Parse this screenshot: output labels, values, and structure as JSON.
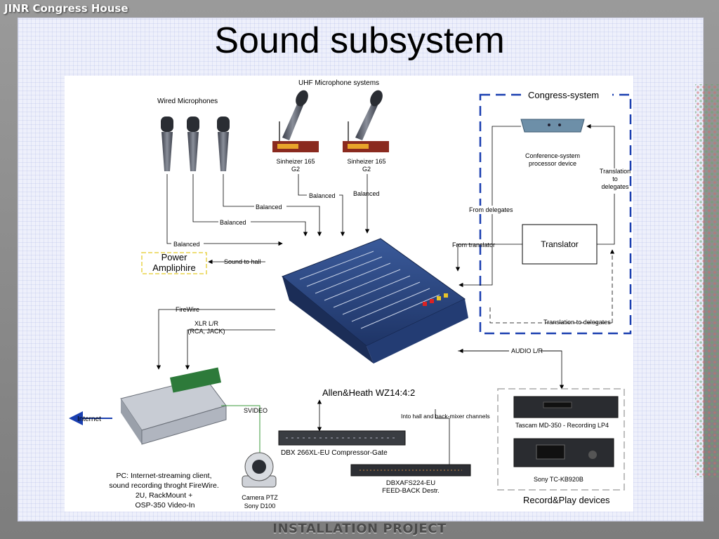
{
  "header": {
    "brand": "JINR Congress House",
    "title": "Sound subsystem",
    "footer": "INSTALLATION PROJECT"
  },
  "diagram": {
    "wired_mics": "Wired Microphones",
    "uhf_mics": "UHF Microphone systems",
    "sinheizer1": [
      "Sinheizer 165",
      "G2"
    ],
    "sinheizer2": [
      "Sinheizer 165",
      "G2"
    ],
    "congress_system": "Congress-system",
    "conf_processor": [
      "Conference-system",
      "processor device"
    ],
    "translation_to": [
      "Translation",
      "to",
      "delegates"
    ],
    "from_delegates": "From delegates",
    "from_translator": "From translator",
    "translator": "Translator",
    "translation_to_delegates": "Translation to delegates",
    "balanced": "Balanced",
    "power_amp": [
      "Power",
      "Ampliphire"
    ],
    "sound_to_hall": "Sound to hall",
    "firewire": "FireWire",
    "xlr": [
      "XLR L/R",
      "(RCA, JACK)"
    ],
    "audio_lr": "AUDIO L/R",
    "mixer_name": "Allen&Heath WZ14:4:2",
    "svideo": "SVIDEO",
    "internet": "Internet",
    "into_hall": "Into hall and back-mixer channels",
    "dbx266": "DBX 266XL-EU Compressor-Gate",
    "dbxafs": [
      "DBXAFS224-EU",
      "FEED-BACK Destr."
    ],
    "pc_desc": [
      "PC: Internet-streaming client,",
      "sound recording throght FireWire.",
      "2U, RackMount +",
      "OSP-350 Video-In"
    ],
    "camera": [
      "Camera PTZ",
      "Sony D100"
    ],
    "tascam": "Tascam MD-350 - Recording LP4",
    "sony_deck": "Sony TC-KB920B",
    "record_play": "Record&Play devices"
  },
  "colors": {
    "accent": "#1a3fb0",
    "mixer": "#2f4f8f",
    "svideo_line": "#3a9a3a",
    "amp_border": "#e8d44a"
  }
}
